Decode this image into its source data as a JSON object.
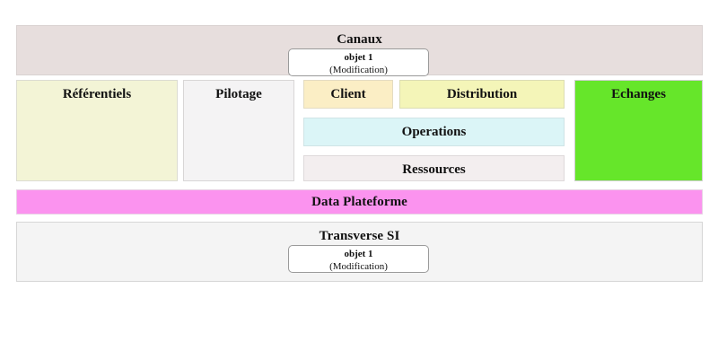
{
  "diagram": {
    "sections": {
      "canaux": {
        "title": "Canaux",
        "object": {
          "name": "objet 1",
          "state": "(Modification)"
        }
      },
      "middle": {
        "referentiels": {
          "title": "Référentiels"
        },
        "pilotage": {
          "title": "Pilotage"
        },
        "client": {
          "title": "Client"
        },
        "distribution": {
          "title": "Distribution"
        },
        "operations": {
          "title": "Operations"
        },
        "ressources": {
          "title": "Ressources"
        },
        "echanges": {
          "title": "Echanges"
        }
      },
      "data_plateforme": {
        "title": "Data Plateforme"
      },
      "transverse": {
        "title": "Transverse SI",
        "object": {
          "name": "objet 1",
          "state": "(Modification)"
        }
      }
    },
    "colors": {
      "canaux_bg": "#e7dedd",
      "referentiels_bg": "#f3f4d6",
      "pilotage_bg": "#f4f3f4",
      "client_bg": "#fbeec5",
      "distribution_bg": "#f4f5b8",
      "operations_bg": "#dbf5f7",
      "ressources_bg": "#f3eeef",
      "echanges_bg": "#66e62a",
      "data_plateforme_bg": "#fb93ef",
      "transverse_bg": "#f4f4f4",
      "objet_card_bg": "#ffffff",
      "border": "#d4d0cc",
      "text": "#111111"
    }
  }
}
